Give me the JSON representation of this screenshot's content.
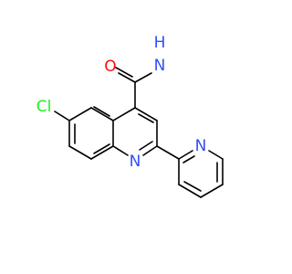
{
  "molecule": {
    "atom_labels": {
      "oxygen": "O",
      "amide_nitrogen_n": "N",
      "amide_nitrogen_h": "H",
      "chlorine": "Cl",
      "quinoline_nitrogen": "N",
      "pyridine_nitrogen": "N"
    },
    "colors": {
      "oxygen": "#ff0d0d",
      "nitrogen": "#3050f8",
      "chlorine": "#1ff01f",
      "bond": "#000000"
    }
  }
}
